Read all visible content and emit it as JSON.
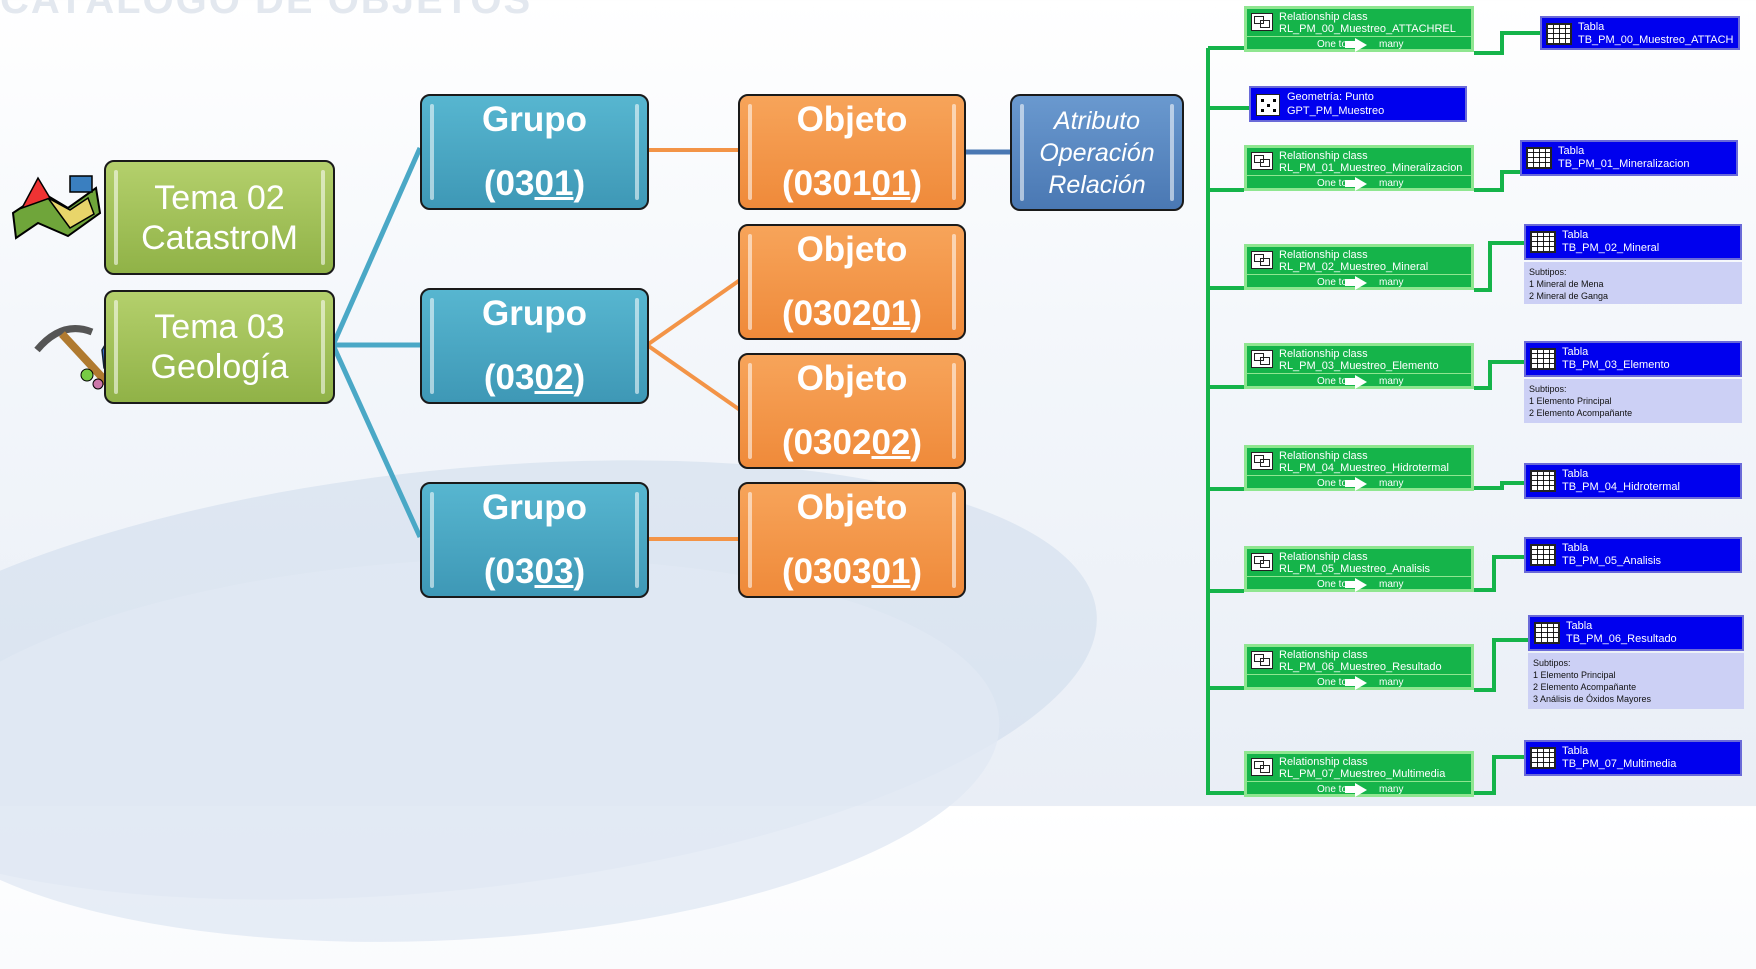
{
  "title": "CATÁLOGO DE OBJETOS",
  "temas": [
    {
      "line1": "Tema 02",
      "line2": "CatastroM"
    },
    {
      "line1": "Tema 03",
      "line2": "Geología"
    }
  ],
  "grupos": [
    {
      "label": "Grupo",
      "code_pre": "(03",
      "code_u": "01",
      "code_post": ")"
    },
    {
      "label": "Grupo",
      "code_pre": "(03",
      "code_u": "02",
      "code_post": ")"
    },
    {
      "label": "Grupo",
      "code_pre": "(03",
      "code_u": "03",
      "code_post": ")"
    }
  ],
  "objetos": [
    {
      "label": "Objeto",
      "code_pre": "(0301",
      "code_u": "01",
      "code_post": ")"
    },
    {
      "label": "Objeto",
      "code_pre": "(0302",
      "code_u": "01",
      "code_post": ")"
    },
    {
      "label": "Objeto",
      "code_pre": "(0302",
      "code_u": "02",
      "code_post": ")"
    },
    {
      "label": "Objeto",
      "code_pre": "(0303",
      "code_u": "01",
      "code_post": ")"
    }
  ],
  "atributo": {
    "line1": "Atributo",
    "line2": "Operación",
    "line3": "Relación"
  },
  "geometry": {
    "type": "Geometría: Punto",
    "name": "GPT_PM_Muestreo"
  },
  "relationships": [
    {
      "type": "Relationship class",
      "name": "RL_PM_00_Muestreo_ATTACHREL",
      "one": "One to",
      "many": "many"
    },
    {
      "type": "Relationship class",
      "name": "RL_PM_01_Muestreo_Mineralizacion",
      "one": "One to",
      "many": "many"
    },
    {
      "type": "Relationship class",
      "name": "RL_PM_02_Muestreo_Mineral",
      "one": "One to",
      "many": "many"
    },
    {
      "type": "Relationship class",
      "name": "RL_PM_03_Muestreo_Elemento",
      "one": "One to",
      "many": "many"
    },
    {
      "type": "Relationship class",
      "name": "RL_PM_04_Muestreo_Hidrotermal",
      "one": "One to",
      "many": "many"
    },
    {
      "type": "Relationship class",
      "name": "RL_PM_05_Muestreo_Analisis",
      "one": "One to",
      "many": "many"
    },
    {
      "type": "Relationship class",
      "name": "RL_PM_06_Muestreo_Resultado",
      "one": "One to",
      "many": "many"
    },
    {
      "type": "Relationship class",
      "name": "RL_PM_07_Muestreo_Multimedia",
      "one": "One to",
      "many": "many"
    }
  ],
  "tables": [
    {
      "type": "Tabla",
      "name": "TB_PM_00_Muestreo_ATTACH"
    },
    {
      "type": "Tabla",
      "name": "TB_PM_01_Mineralizacion"
    },
    {
      "type": "Tabla",
      "name": "TB_PM_02_Mineral"
    },
    {
      "type": "Tabla",
      "name": "TB_PM_03_Elemento"
    },
    {
      "type": "Tabla",
      "name": "TB_PM_04_Hidrotermal"
    },
    {
      "type": "Tabla",
      "name": "TB_PM_05_Analisis"
    },
    {
      "type": "Tabla",
      "name": "TB_PM_06_Resultado"
    },
    {
      "type": "Tabla",
      "name": "TB_PM_07_Multimedia"
    }
  ],
  "subtypes": {
    "mineral": {
      "heading": "Subtipos:",
      "items": [
        "1 Mineral de Mena",
        "2 Mineral de Ganga"
      ]
    },
    "elemento": {
      "heading": "Subtipos:",
      "items": [
        "1 Elemento Principal",
        "2 Elemento Acompañante"
      ]
    },
    "resultado": {
      "heading": "Subtipos:",
      "items": [
        "1 Elemento Principal",
        "2 Elemento Acompañante",
        "3 Análisis de Óxidos Mayores"
      ]
    }
  },
  "colors": {
    "tema": "#9dbd55",
    "grupo": "#4aa8c6",
    "objeto": "#f39447",
    "atributo": "#5886c1",
    "relationship": "#15b44a",
    "table": "#0000ee"
  }
}
